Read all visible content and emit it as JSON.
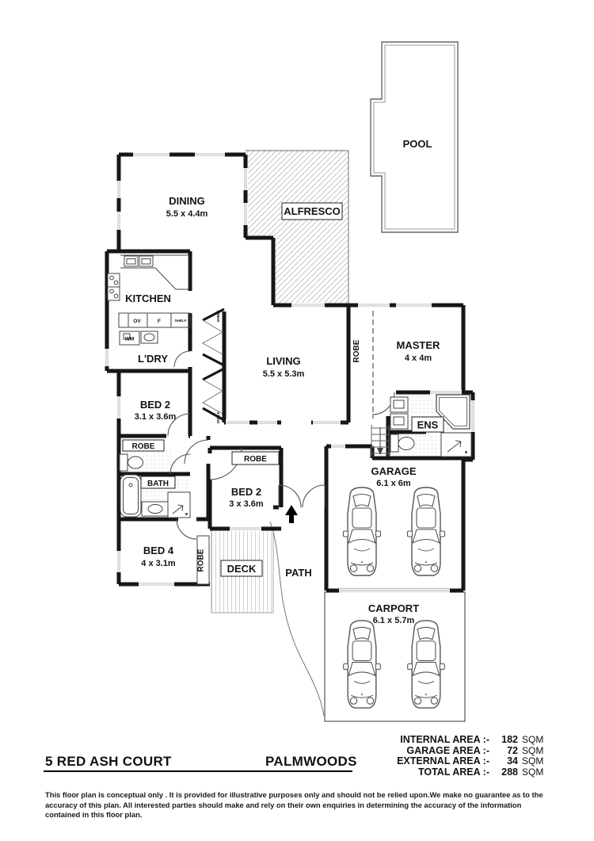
{
  "plan": {
    "pool": {
      "label": "POOL"
    },
    "rooms": {
      "dining": {
        "name": "DINING",
        "dims": "5.5 x 4.4m"
      },
      "alfresco": {
        "name": "ALFRESCO"
      },
      "kitchen": {
        "name": "KITCHEN"
      },
      "laundry": {
        "name": "L'DRY"
      },
      "bed2a": {
        "name": "BED 2",
        "dims": "3.1 x 3.6m"
      },
      "living": {
        "name": "LIVING",
        "dims": "5.5 x 5.3m"
      },
      "master": {
        "name": "MASTER",
        "dims": "4 x 4m"
      },
      "ens": {
        "name": "ENS"
      },
      "bath": {
        "name": "BATH"
      },
      "bed2b": {
        "name": "BED 2",
        "dims": "3 x 3.6m"
      },
      "bed4": {
        "name": "BED 4",
        "dims": "4 x 3.1m"
      },
      "deck": {
        "name": "DECK"
      },
      "path": {
        "name": "PATH"
      },
      "garage": {
        "name": "GARAGE",
        "dims": "6.1 x 6m"
      },
      "carport": {
        "name": "CARPORT",
        "dims": "6.1 x 5.7m"
      }
    },
    "fixtures": {
      "robe": "ROBE",
      "wm": "WM",
      "ov": "OV",
      "fridge": "F",
      "shelf": "SHELF"
    },
    "icons": {
      "car": "top-view-car",
      "entry_arrow": "entry-arrow",
      "stairs_arrow": "stairs-down-arrow"
    },
    "colors": {
      "wall": "#161616",
      "window": "#b4b4b4",
      "hatch": "#b6b6b6"
    }
  },
  "footer": {
    "address": "5 RED ASH COURT",
    "suburb": "PALMWOODS",
    "areas": [
      {
        "label": "INTERNAL AREA :-",
        "value": "182",
        "unit": "SQM"
      },
      {
        "label": "GARAGE AREA :-",
        "value": "72",
        "unit": "SQM"
      },
      {
        "label": "EXTERNAL AREA :-",
        "value": "34",
        "unit": "SQM"
      },
      {
        "label": "TOTAL AREA :-",
        "value": "288",
        "unit": "SQM"
      }
    ],
    "disclaimer": "This floor plan  is conceptual only . It is provided for illustrative purposes only and should not be relied upon.We make no guarantee as to the accuracy of this plan. All interested parties should make and rely on their own enquiries in determining the accuracy of the information contained in this floor plan."
  }
}
